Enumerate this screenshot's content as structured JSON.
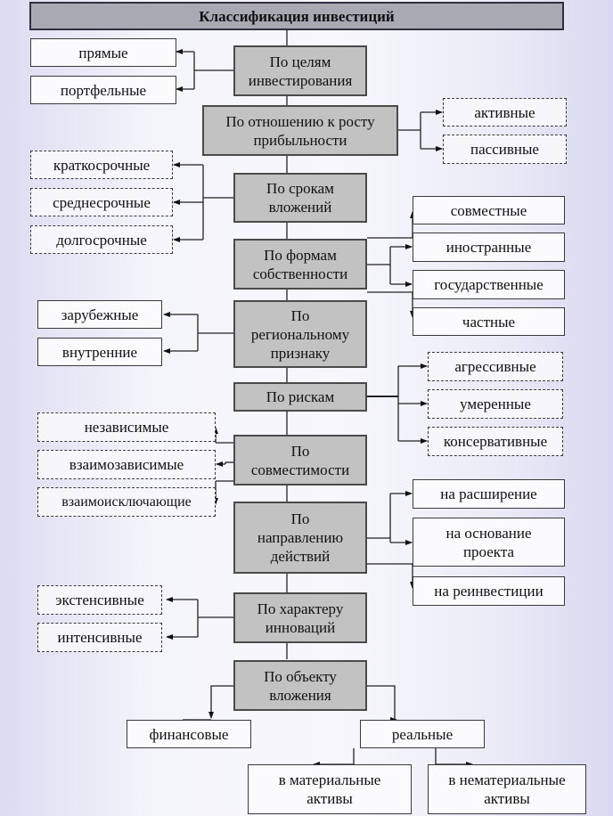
{
  "title": "Классификация инвестиций",
  "categories": {
    "goals": "По целям\nинвестирования",
    "profit": "По отношению к росту\nприбыльности",
    "terms": "По срокам\nвложений",
    "ownership": "По формам\nсобственности",
    "regional": "По\nрегиональному\nпризнаку",
    "risks": "По рискам",
    "compatibility": "По\nсовместимости",
    "direction": "По\nнаправлению\nдействий",
    "innovation": "По характеру\nинноваций",
    "object": "По объекту\nвложения"
  },
  "leaves": {
    "direct": "прямые",
    "portfolio": "портфельные",
    "active": "активные",
    "passive": "пассивные",
    "short_term": "краткосрочные",
    "medium_term": "среднесрочные",
    "long_term": "долгосрочные",
    "joint": "совместные",
    "foreign": "иностранные",
    "state": "государственные",
    "private": "частные",
    "abroad": "зарубежные",
    "domestic": "внутренние",
    "aggressive": "агрессивные",
    "moderate": "умеренные",
    "conservative": "консервативные",
    "independent": "независимые",
    "interdependent": "взаимозависимые",
    "mutually_exclusive": "взаимоисключающие",
    "expansion": "на расширение",
    "project_founding": "на основание\nпроекта",
    "reinvestment": "на реинвестиции",
    "extensive": "экстенсивные",
    "intensive": "интенсивные",
    "financial": "финансовые",
    "real": "реальные",
    "tangible_assets": "в материальные\nактивы",
    "intangible_assets": "в нематериальные\nактивы"
  }
}
